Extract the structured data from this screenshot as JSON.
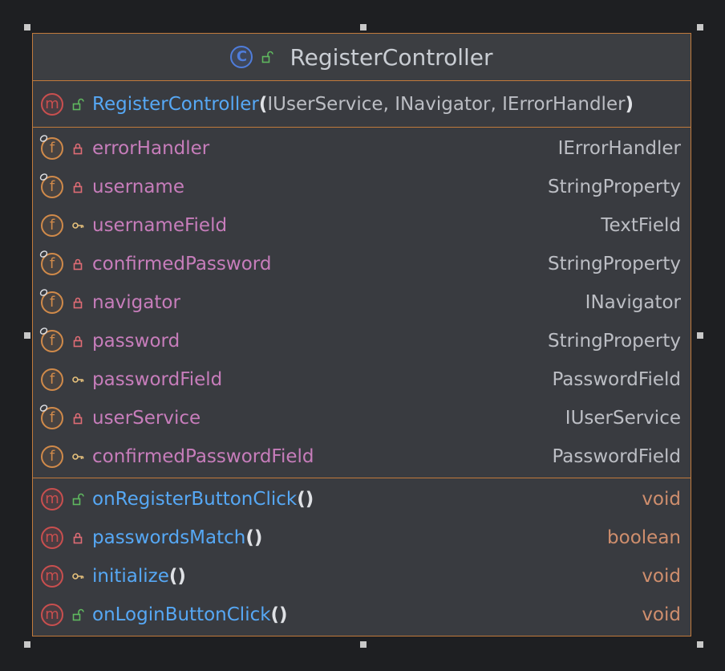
{
  "class": {
    "name": "RegisterController",
    "kind_icon": "class-icon",
    "visibility_icon": "public-visibility-icon"
  },
  "constructor": {
    "name": "RegisterController",
    "open": "(",
    "params": "IUserService, INavigator, IErrorHandler",
    "close": ")",
    "visibility": "public"
  },
  "fields": [
    {
      "name": "errorHandler",
      "type": "IErrorHandler",
      "visibility": "private",
      "final": true
    },
    {
      "name": "username",
      "type": "StringProperty",
      "visibility": "private",
      "final": true
    },
    {
      "name": "usernameField",
      "type": "TextField",
      "visibility": "package",
      "final": false
    },
    {
      "name": "confirmedPassword",
      "type": "StringProperty",
      "visibility": "private",
      "final": true
    },
    {
      "name": "navigator",
      "type": "INavigator",
      "visibility": "private",
      "final": true
    },
    {
      "name": "password",
      "type": "StringProperty",
      "visibility": "private",
      "final": true
    },
    {
      "name": "passwordField",
      "type": "PasswordField",
      "visibility": "package",
      "final": false
    },
    {
      "name": "userService",
      "type": "IUserService",
      "visibility": "private",
      "final": true
    },
    {
      "name": "confirmedPasswordField",
      "type": "PasswordField",
      "visibility": "package",
      "final": false
    }
  ],
  "methods": [
    {
      "name": "onRegisterButtonClick",
      "parens": "()",
      "type": "void",
      "visibility": "public"
    },
    {
      "name": "passwordsMatch",
      "parens": "()",
      "type": "boolean",
      "visibility": "private"
    },
    {
      "name": "initialize",
      "parens": "()",
      "type": "void",
      "visibility": "package"
    },
    {
      "name": "onLoginButtonClick",
      "parens": "()",
      "type": "void",
      "visibility": "public"
    }
  ],
  "icon_glyphs": {
    "method": "m",
    "field": "f",
    "class": "C"
  },
  "colors": {
    "background": "#1e1f22",
    "node_fill": "#393b40",
    "border": "#c17a3c",
    "field_name": "#c77dbb",
    "method_name": "#56a8f5",
    "type_text": "#bcbec4",
    "primitive_type": "#cf8e6d",
    "public_icon": "#5fb85f",
    "private_icon": "#e06c75",
    "package_icon": "#e5c07b"
  }
}
